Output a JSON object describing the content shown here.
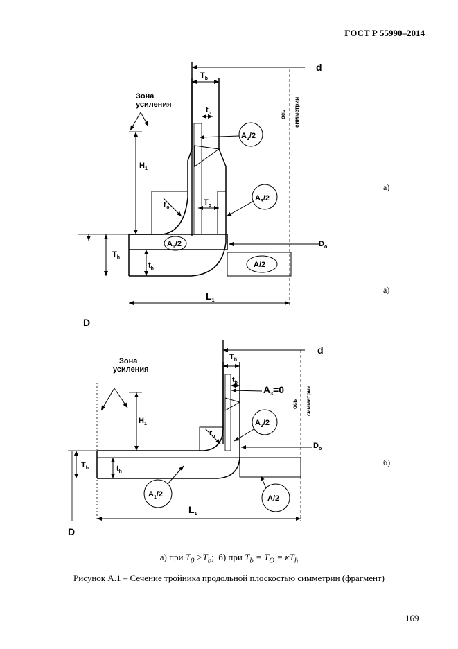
{
  "header": "ГОСТ Р 55990–2014",
  "page_number": "169",
  "caption": "Рисунок А.1 – Сечение тройника продольной плоскостью симметрии (фрагмент)",
  "conditions": {
    "a_prefix": "а) при",
    "a_T": "T",
    "a_0": "0",
    "a_gt": " >",
    "a_T2": "T",
    "a_b": "b",
    "a_semi": ";",
    "b_prefix": "б) при",
    "b_T": "T",
    "b_b": "b",
    "b_eq1": " = ",
    "b_T2": "T",
    "b_O": "O",
    "b_eq2": " = ",
    "b_k": "κ",
    "b_T3": "T",
    "b_h": "h"
  },
  "figure_a": {
    "side_label": "а)",
    "side_label_2": "а)",
    "zone": [
      "Зона",
      "усиления"
    ],
    "axis": [
      "ось",
      "симметрии"
    ],
    "d": "d",
    "D": "D",
    "Do": "D",
    "Tb": "T",
    "tb": "t",
    "H1": "H",
    "ro": "r",
    "To": "T",
    "Th": "T",
    "th": "t",
    "L1": "L",
    "A2": "A",
    "A3": "A",
    "A1": "A",
    "A": "A/2"
  },
  "figure_b": {
    "side_label": "б)",
    "zone": [
      "Зона",
      "усиления"
    ],
    "axis": [
      "ось",
      "симметрии"
    ],
    "d": "d",
    "D": "D",
    "Do": "D",
    "Tb": "T",
    "tb": "t",
    "H1": "H",
    "ro": "r",
    "Th": "T",
    "th": "t",
    "L1": "L",
    "A3eq": "A",
    "A3eq_val": "=0",
    "A2": "A",
    "A1": "A",
    "A": "A/2"
  },
  "subscripts": {
    "b": "b",
    "o": "o",
    "h": "h",
    "one": "1",
    "two": "2",
    "three": "3",
    "half": "/2"
  }
}
